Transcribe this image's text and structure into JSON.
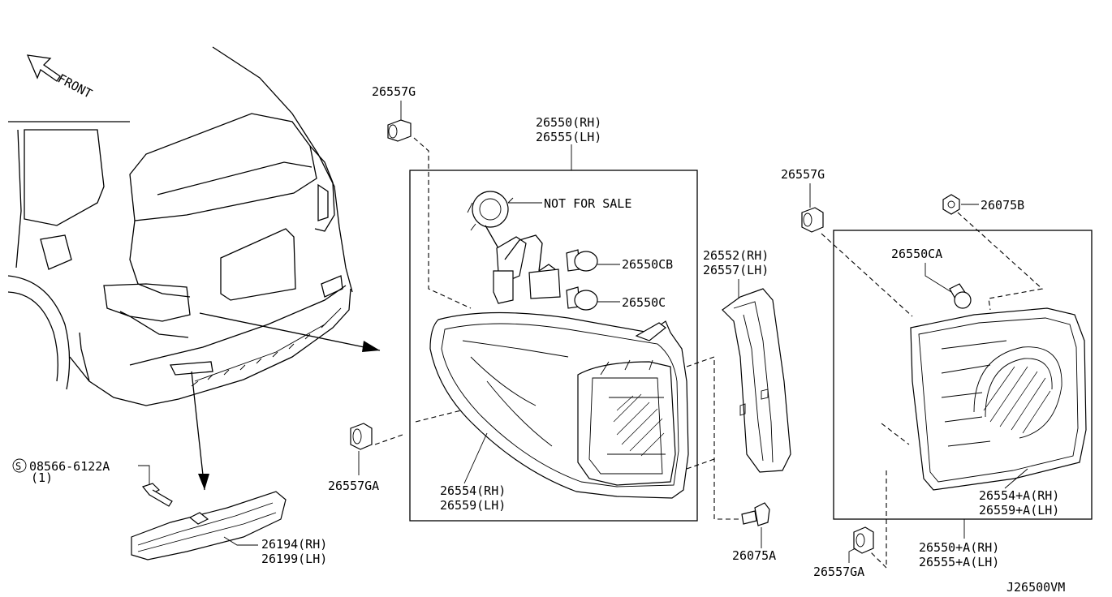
{
  "diagram_code": "J26500VM",
  "front_label": "FRONT",
  "labels": {
    "grommet_top": "26557G",
    "lamp_assy_rh": "26550(RH)",
    "lamp_assy_lh": "26555(LH)",
    "not_for_sale": "NOT FOR SALE",
    "bulb_cb": "26550CB",
    "bulb_c": "26550C",
    "gasket_rh": "26552(RH)",
    "gasket_lh": "26557(LH)",
    "grommet_right": "26557G",
    "screw_b": "26075B",
    "bulb_ca": "26550CA",
    "housing_rh": "26554(RH)",
    "housing_lh": "26559(LH)",
    "grommet_ga_left": "26557GA",
    "screw_a": "26075A",
    "housing_a_rh": "26554+A(RH)",
    "housing_a_lh": "26559+A(LH)",
    "lamp_a_rh": "26550+A(RH)",
    "lamp_a_lh": "26555+A(LH)",
    "grommet_ga_bottom": "26557GA",
    "bolt_part": "08566-6122A",
    "bolt_qty": "(1)",
    "reflector_rh": "26194(RH)",
    "reflector_lh": "26199(LH)",
    "bolt_symbol": "S"
  }
}
